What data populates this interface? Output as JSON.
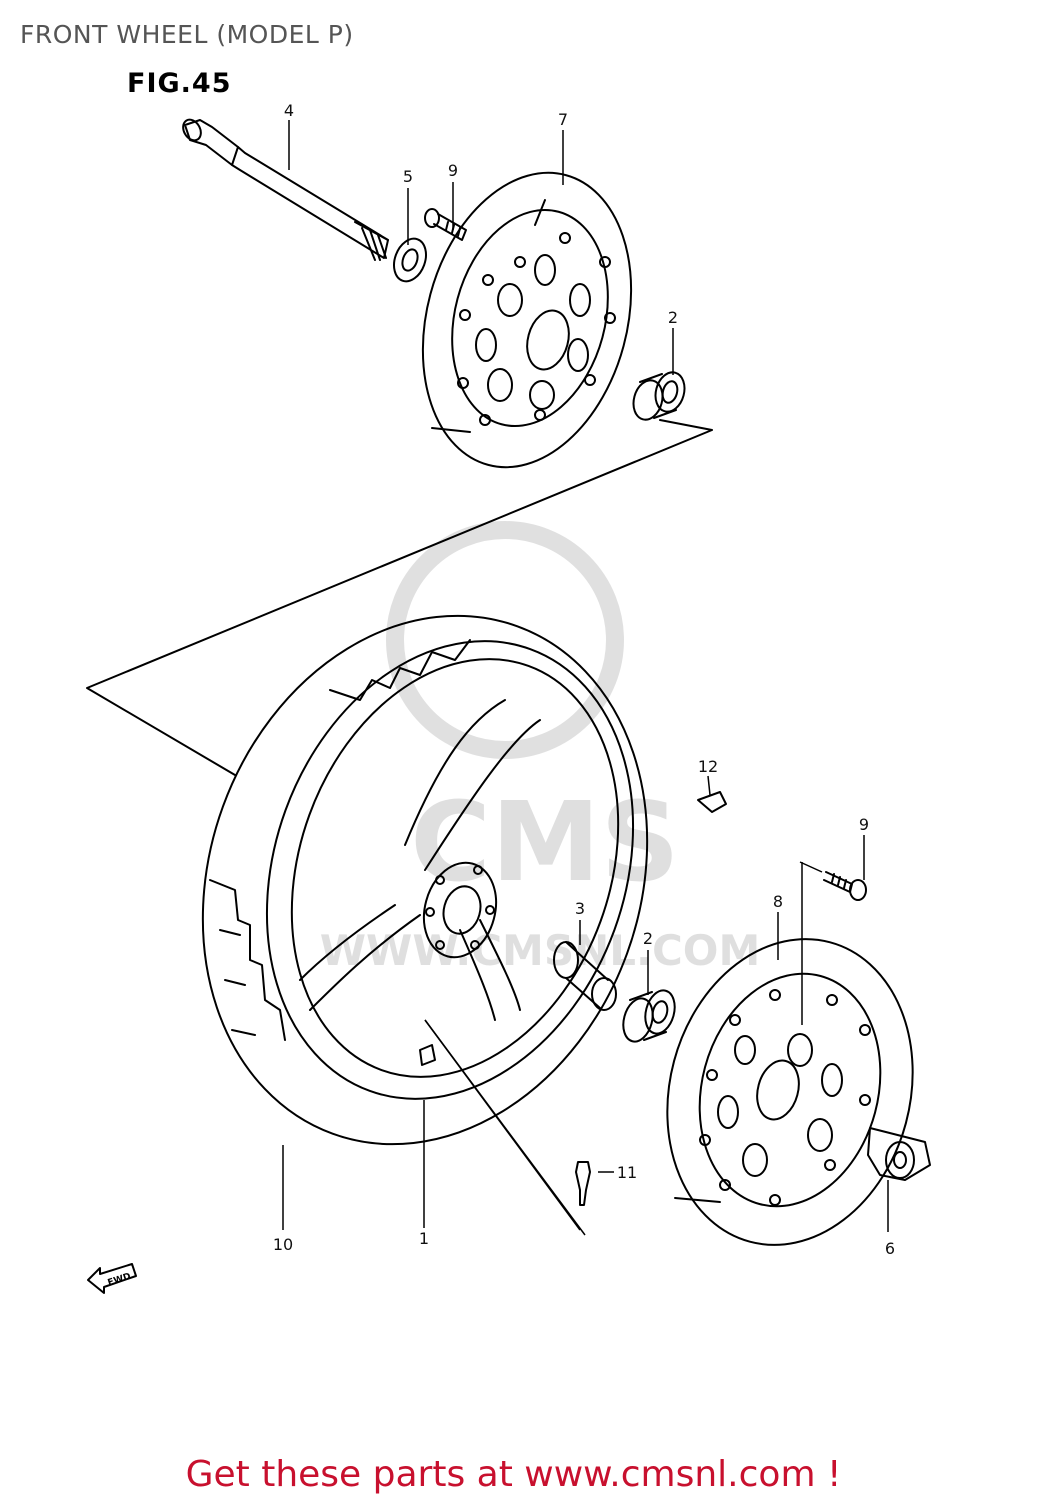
{
  "header": {
    "title": "FRONT WHEEL (MODEL P)",
    "figure": "FIG.45"
  },
  "callouts": {
    "c1": "1",
    "c2a": "2",
    "c2b": "2",
    "c3": "3",
    "c4": "4",
    "c5": "5",
    "c6": "6",
    "c7": "7",
    "c8": "8",
    "c9a": "9",
    "c9b": "9",
    "c10": "10",
    "c11": "11",
    "c12": "12"
  },
  "fwd_label": "FWD",
  "watermark": "WWW.CMSNL.COM",
  "footer": {
    "text": "Get these parts at www.cmsnl.com !"
  }
}
